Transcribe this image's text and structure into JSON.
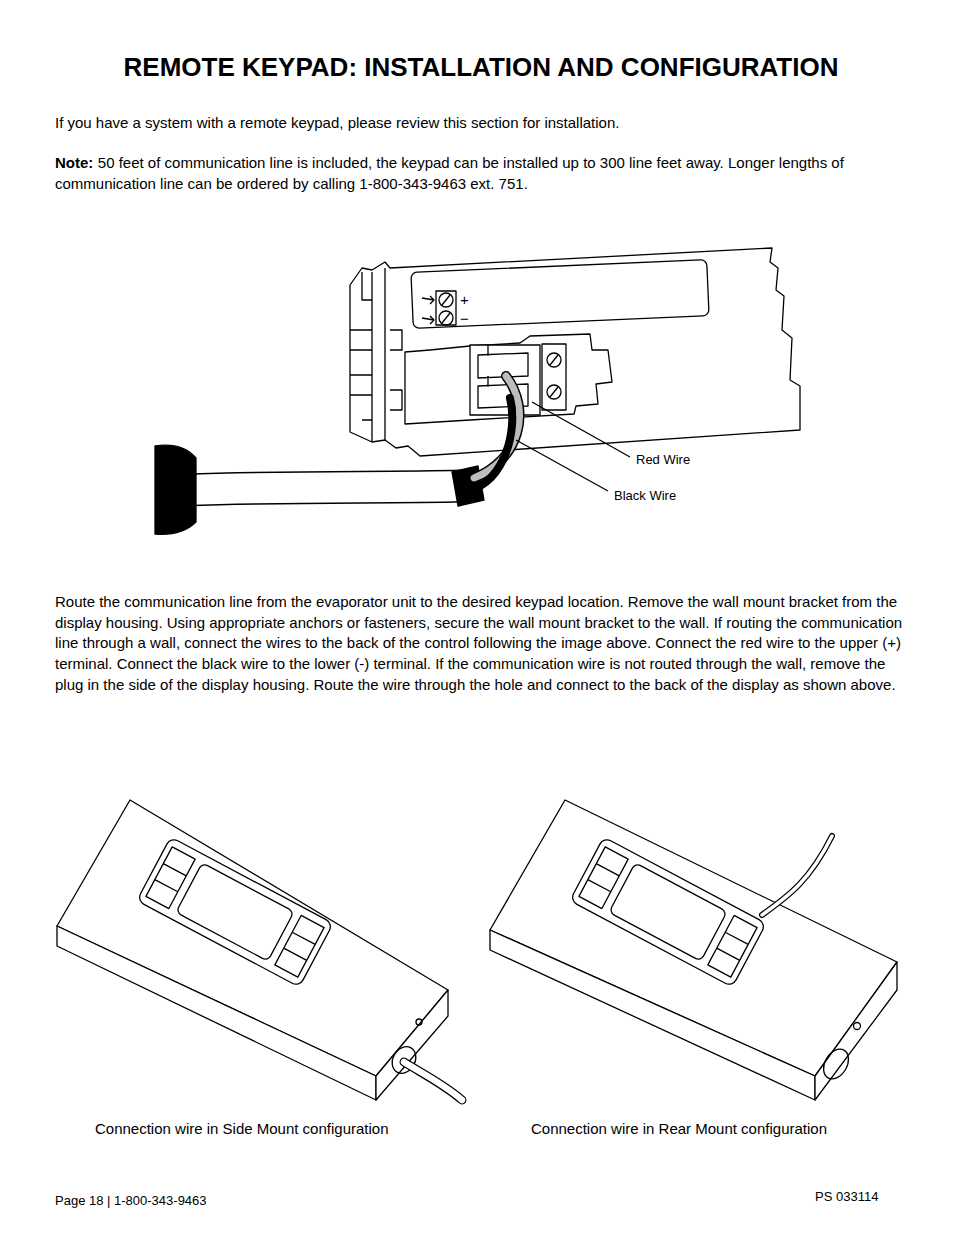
{
  "diagram": {
    "title": "REMOTE KEYPAD: INSTALLATION AND CONFIGURATION",
    "labels": [
      "If you have a system with a remote keypad, please review this section for installation.",
      "Note:",
      "50 feet of communication line is included, the keypad can be installed up to 300 line feet away. Longer lengths of communication line can be ordered by calling 1-800-343-9463 ext. 751.",
      "+",
      "−",
      "Red Wire",
      "Black Wire",
      "Route the communication line from the evaporator unit to the desired keypad location. Remove the wall mount bracket from the display housing. Using appropriate anchors or fasteners, secure the wall mount bracket to the wall. If routing the communication line through a wall, connect the wires to the back of the control following the image above. Connect the red wire to the upper (+) terminal. Connect the black wire to the lower (-) terminal. If the communication wire is not routed through the wall, remove the plug in the side of the display housing. Route the wire through the hole and connect to the back of the display as shown above.",
      "Connection wire in Side Mount configuration",
      "Connection wire in Rear Mount configuration",
      "Page 18 | 1-800-343-9463",
      "PS 033114"
    ]
  }
}
